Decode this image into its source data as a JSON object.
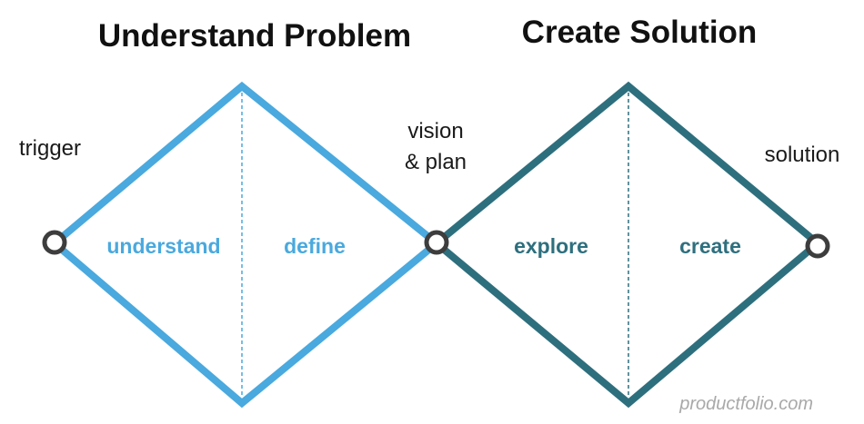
{
  "headings": {
    "problem": "Understand Problem",
    "solution": "Create Solution"
  },
  "nodes": {
    "trigger": "trigger",
    "vision_line1": "vision",
    "vision_line2": "& plan",
    "solution": "solution"
  },
  "phases": {
    "understand": "understand",
    "define": "define",
    "explore": "explore",
    "create": "create"
  },
  "watermark": "productfolio.com",
  "colors": {
    "problem_diamond": "#4aa9de",
    "solution_diamond": "#2e6f7e",
    "node_ring": "#3d3d3d"
  }
}
